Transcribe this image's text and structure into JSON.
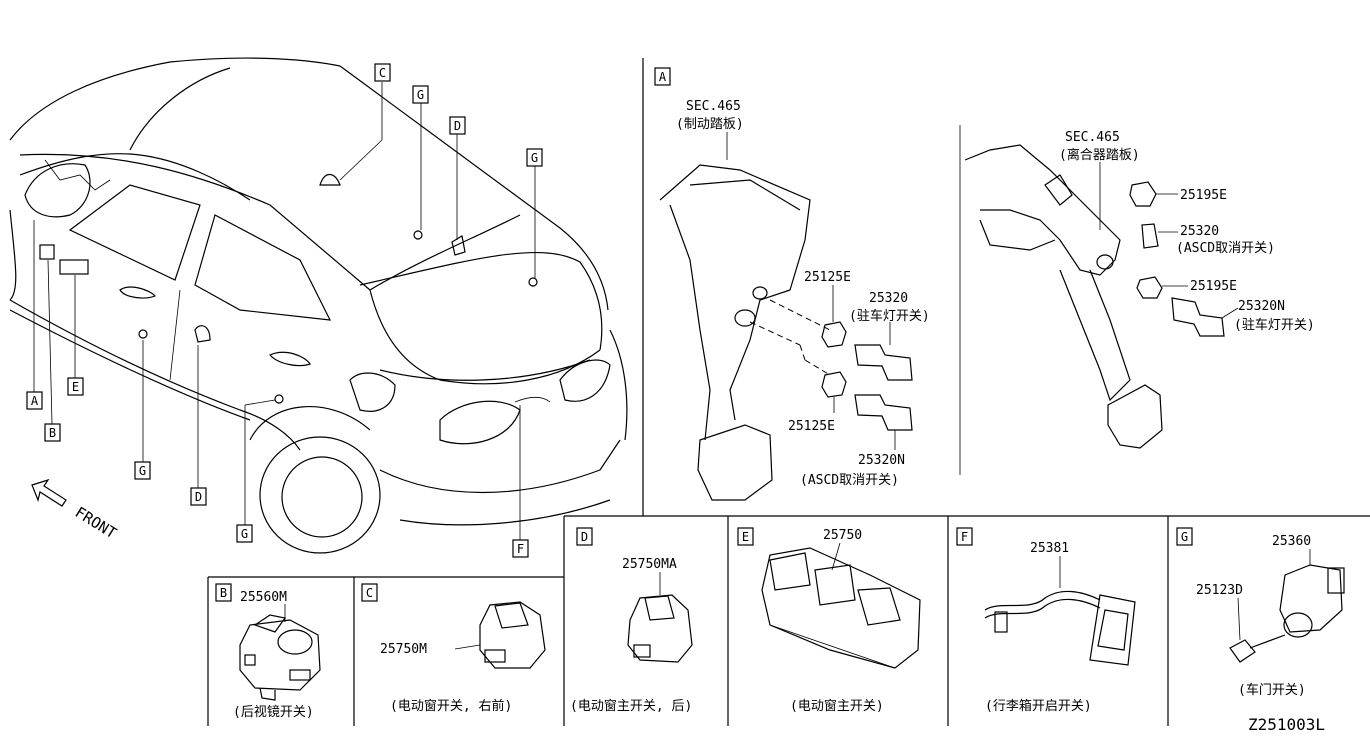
{
  "diagram_code": "Z251003L",
  "front_label": "FRONT",
  "car_callouts": [
    "A",
    "B",
    "C",
    "D",
    "E",
    "F",
    "G"
  ],
  "section_a": {
    "tag": "A",
    "brake": {
      "sec": "SEC.465",
      "sec_name": "(制动踏板)",
      "parts": [
        {
          "no": "25125E",
          "name": ""
        },
        {
          "no": "25320",
          "name": "(驻车灯开关)"
        },
        {
          "no": "25125E",
          "name": ""
        },
        {
          "no": "25320N",
          "name": "(ASCD取消开关)"
        }
      ]
    },
    "clutch": {
      "sec": "SEC.465",
      "sec_name": "(离合器踏板)",
      "parts": [
        {
          "no": "25195E",
          "name": ""
        },
        {
          "no": "25320",
          "name": "(ASCD取消开关)"
        },
        {
          "no": "25195E",
          "name": ""
        },
        {
          "no": "25320N",
          "name": "(驻车灯开关)"
        }
      ]
    }
  },
  "panels": [
    {
      "tag": "B",
      "part": "25560M",
      "caption": "(后视镜开关)"
    },
    {
      "tag": "C",
      "part": "25750M",
      "caption": "(电动窗开关, 右前)"
    },
    {
      "tag": "D",
      "part": "25750MA",
      "caption": "(电动窗主开关, 后)"
    },
    {
      "tag": "E",
      "part": "25750",
      "caption": "(电动窗主开关)"
    },
    {
      "tag": "F",
      "part": "25381",
      "caption": "(行李箱开启开关)"
    },
    {
      "tag": "G",
      "part": "25360",
      "part2": "25123D",
      "caption": "(车门开关)"
    }
  ]
}
